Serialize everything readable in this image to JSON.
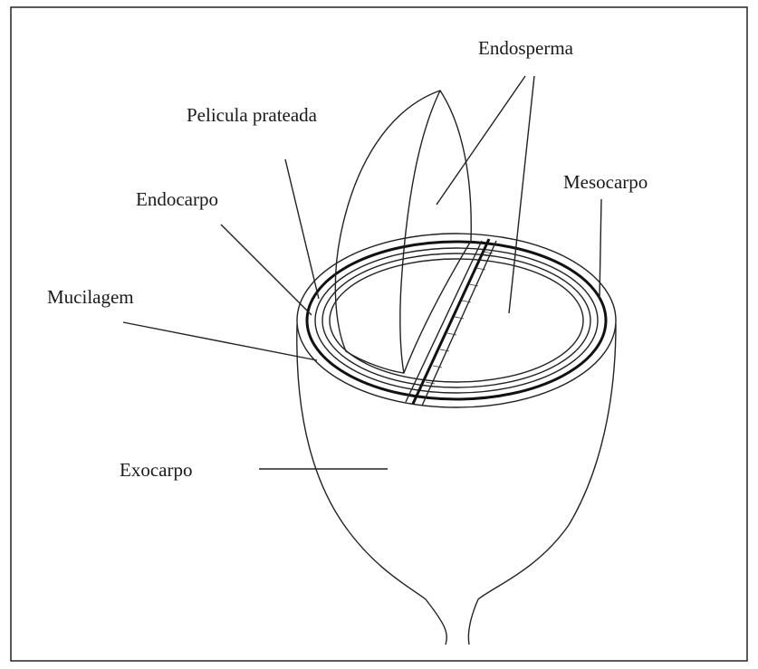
{
  "diagram": {
    "labels": {
      "endosperma": "Endosperma",
      "pelicula": "Pelicula prateada",
      "mesocarpo": "Mesocarpo",
      "endocarpo": "Endocarpo",
      "mucilagem": "Mucilagem",
      "exocarpo": "Exocarpo"
    }
  }
}
